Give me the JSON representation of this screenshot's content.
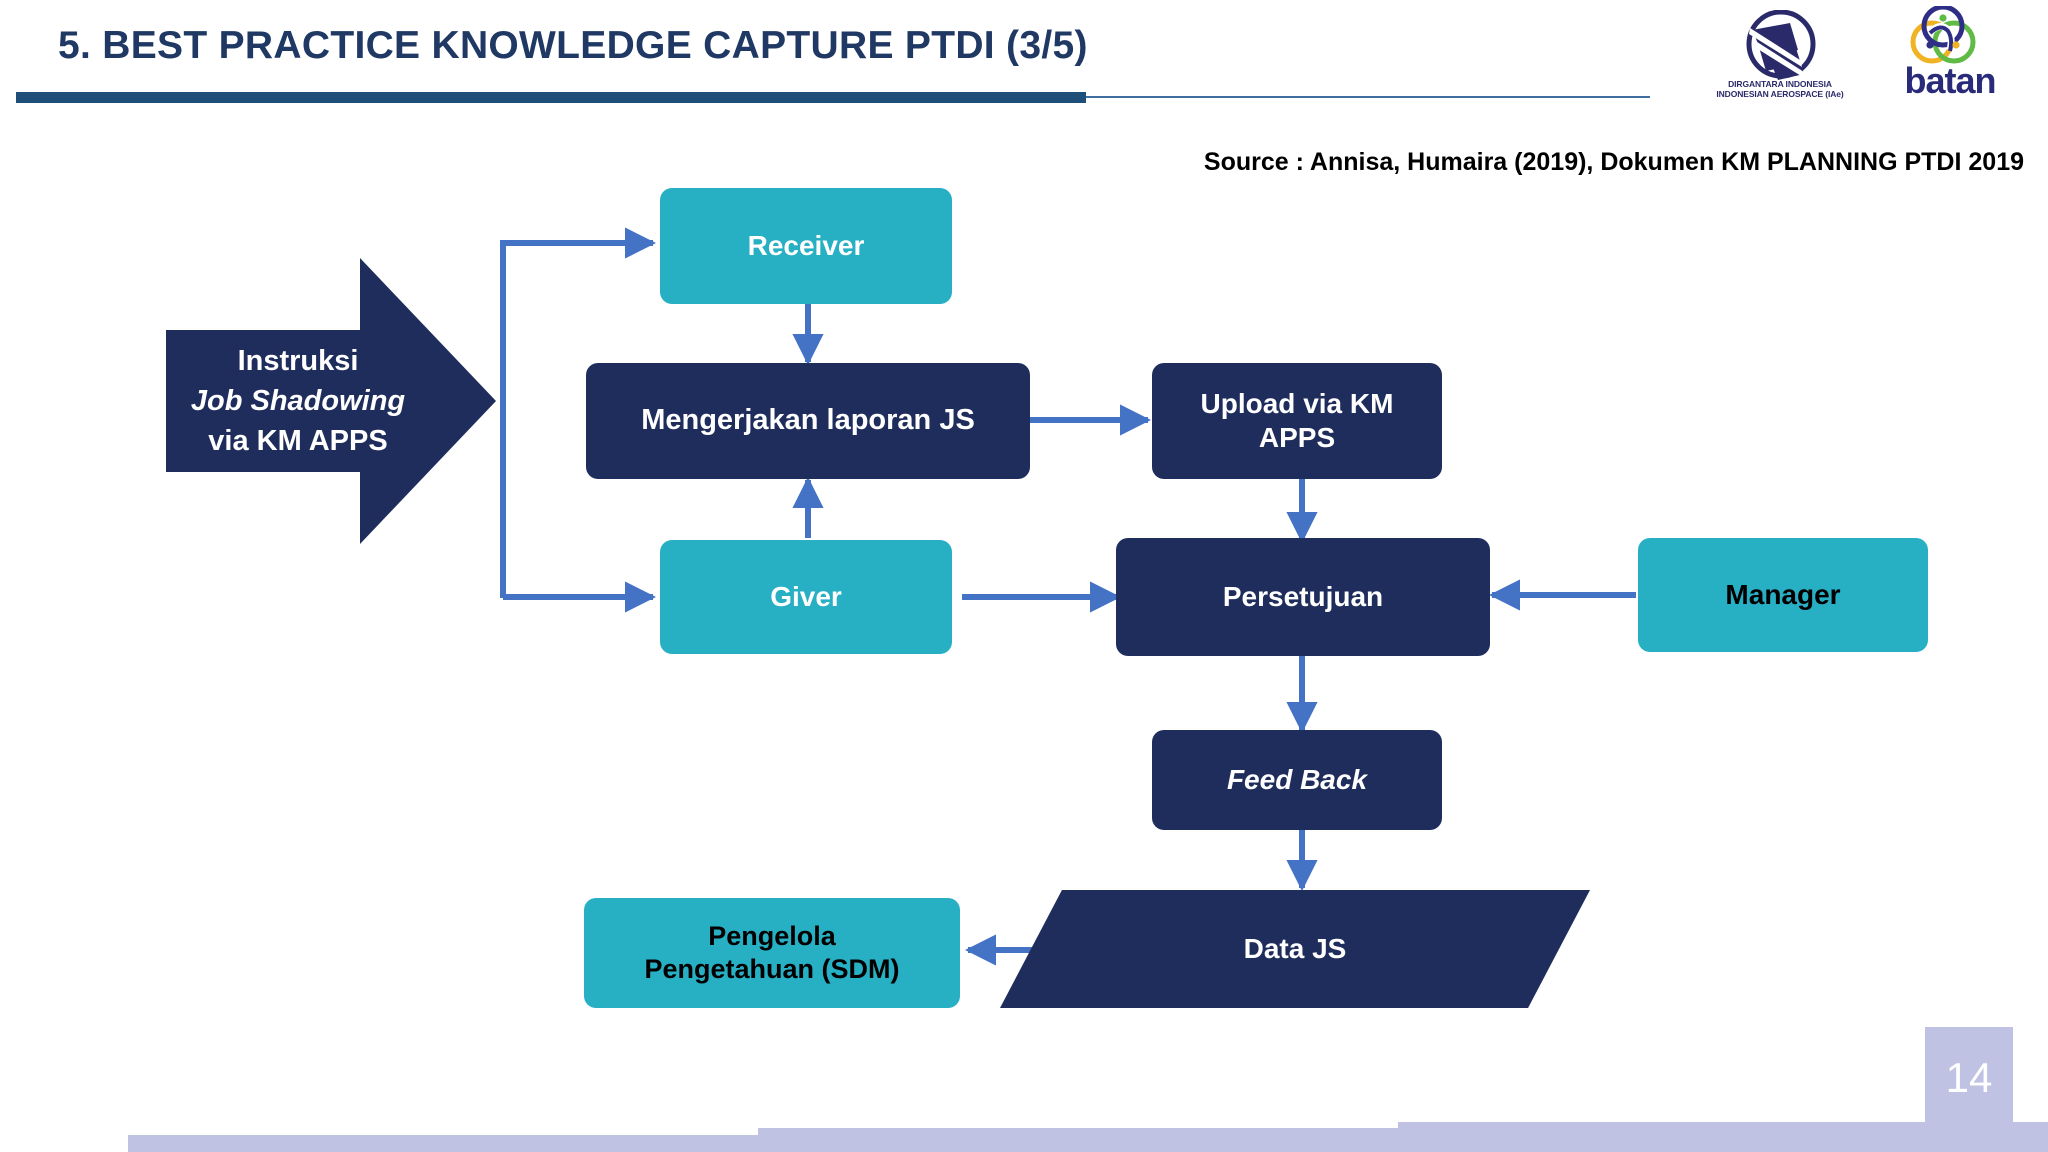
{
  "header": {
    "title": "5. BEST PRACTICE KNOWLEDGE CAPTURE PTDI (3/5)",
    "accent_color": "#1F3864",
    "rule_color": "#1F4E79"
  },
  "logos": {
    "iae": {
      "name": "dirgantara-indonesia-logo",
      "line1": "DIRGANTARA INDONESIA",
      "line2": "INDONESIAN AEROSPACE (IAe)",
      "color": "#2A2A6A"
    },
    "batan": {
      "name": "batan-logo",
      "wordmark": "batan",
      "color": "#2A2A7A",
      "ring_colors": [
        "#F0B323",
        "#5FBB46",
        "#2E2E86"
      ]
    }
  },
  "source": {
    "label": "Source :",
    "text": "Source :  Annisa, Humaira (2019), Dokumen KM PLANNING PTDI 2019"
  },
  "palette": {
    "teal": "#27AFC4",
    "navy": "#1F2D5C",
    "arrow_blue": "#4472C4",
    "lavender": "#BFC2E2"
  },
  "flow": {
    "nodes": {
      "instruksi": {
        "line1": "Instruksi",
        "line2": "Job Shadowing",
        "line3": "via KM APPS",
        "shape": "chevron-arrow",
        "fill": "navy",
        "text_color": "white"
      },
      "receiver": {
        "label": "Receiver",
        "shape": "rounded-rect",
        "fill": "teal",
        "text_color": "white"
      },
      "giver": {
        "label": "Giver",
        "shape": "rounded-rect",
        "fill": "teal",
        "text_color": "white"
      },
      "mengerjakan": {
        "label": "Mengerjakan laporan JS",
        "shape": "rounded-rect",
        "fill": "navy",
        "text_color": "white"
      },
      "upload": {
        "line1": "Upload via KM",
        "line2": "APPS",
        "shape": "rounded-rect",
        "fill": "navy",
        "text_color": "white"
      },
      "persetujuan": {
        "label": "Persetujuan",
        "shape": "rounded-rect",
        "fill": "navy",
        "text_color": "white"
      },
      "manager": {
        "label": "Manager",
        "shape": "rounded-rect",
        "fill": "teal",
        "text_color": "black"
      },
      "feedback": {
        "label": "Feed Back",
        "shape": "rounded-rect",
        "fill": "navy",
        "text_color": "white",
        "italic": true
      },
      "datajs": {
        "label": "Data JS",
        "shape": "parallelogram",
        "fill": "navy",
        "text_color": "white"
      },
      "pengelola": {
        "line1": "Pengelola",
        "line2": "Pengetahuan (SDM)",
        "shape": "rounded-rect",
        "fill": "teal",
        "text_color": "black"
      }
    },
    "edges": [
      {
        "from": "instruksi",
        "to": "receiver"
      },
      {
        "from": "instruksi",
        "to": "giver"
      },
      {
        "from": "receiver",
        "to": "mengerjakan"
      },
      {
        "from": "giver",
        "to": "mengerjakan"
      },
      {
        "from": "mengerjakan",
        "to": "upload"
      },
      {
        "from": "upload",
        "to": "persetujuan"
      },
      {
        "from": "giver",
        "to": "persetujuan"
      },
      {
        "from": "manager",
        "to": "persetujuan"
      },
      {
        "from": "persetujuan",
        "to": "feedback"
      },
      {
        "from": "feedback",
        "to": "datajs"
      },
      {
        "from": "datajs",
        "to": "pengelola"
      }
    ]
  },
  "footer": {
    "page_number": "14"
  }
}
